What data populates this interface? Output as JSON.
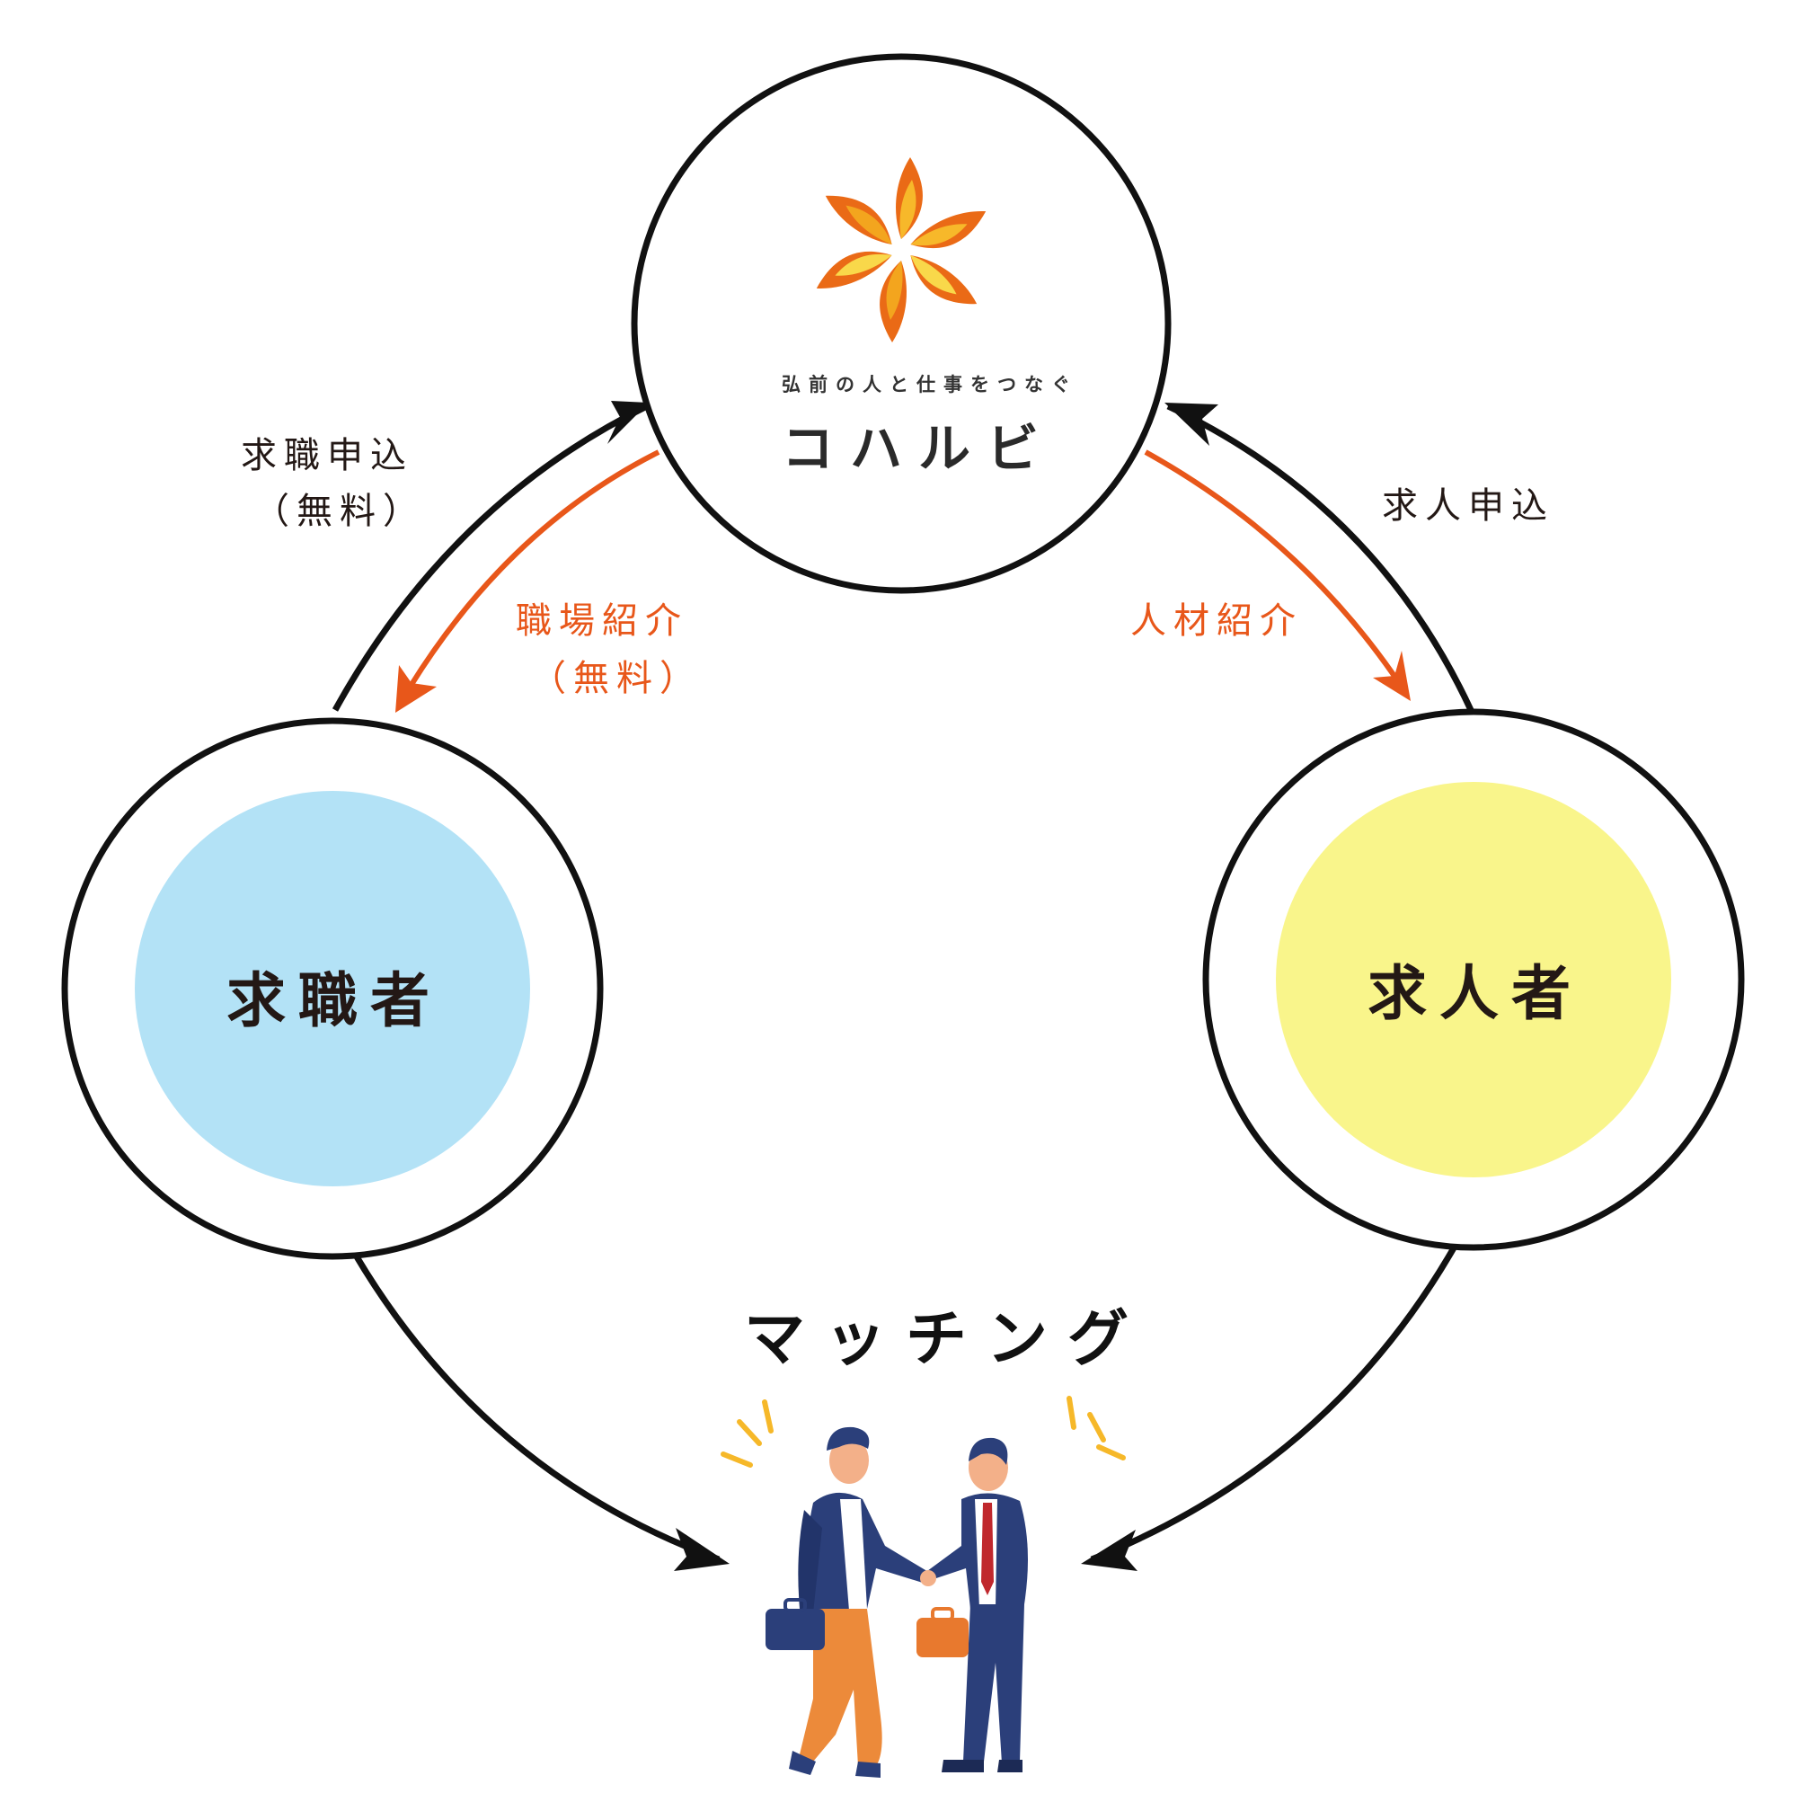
{
  "logo": {
    "tagline": "弘前の人と仕事をつなぐ",
    "name": "コハルビ",
    "colors": {
      "orange": "#ea6a16",
      "amber": "#f3a51e",
      "yellow": "#f9d84a"
    }
  },
  "nodes": {
    "job_seeker": {
      "label": "求職者",
      "fill": "#b3e2f6"
    },
    "employer": {
      "label": "求人者",
      "fill": "#f9f58b"
    }
  },
  "flows": {
    "seeker_apply": {
      "line1": "求職申込",
      "line2": "（無料）"
    },
    "workplace_intro": {
      "line1": "職場紹介",
      "line2": "（無料）"
    },
    "employer_apply": {
      "line1": "求人申込"
    },
    "talent_intro": {
      "line1": "人材紹介"
    }
  },
  "matching": {
    "label": "マッチング"
  },
  "colors": {
    "line": "#111111",
    "accent": "#e8571a",
    "suit": "#2b3f7a",
    "skin": "#f3b089",
    "pants_orange": "#ec8a3a",
    "bag_orange": "#e8792e",
    "sparkle": "#f6b829"
  }
}
